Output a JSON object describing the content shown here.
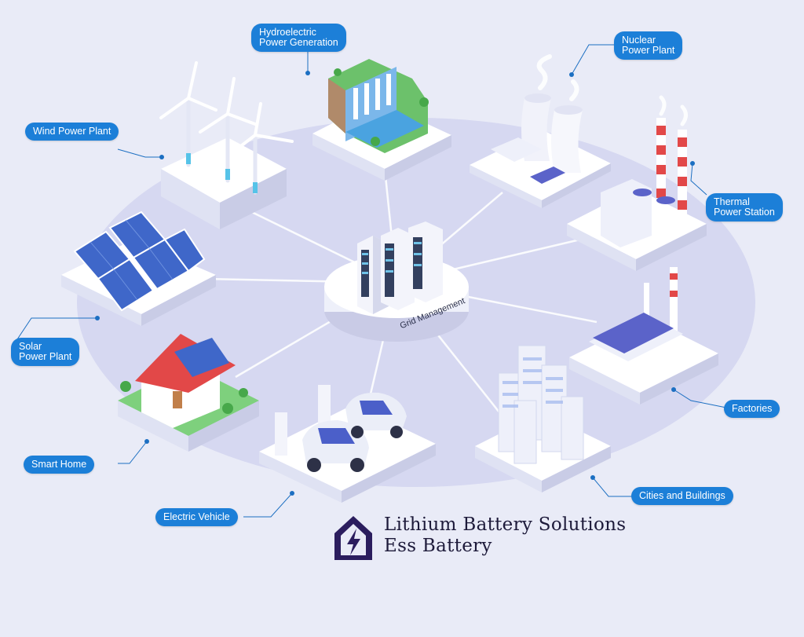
{
  "diagram": {
    "hub": {
      "label": "Grid Management"
    },
    "nodes": {
      "wind": "Wind Power Plant",
      "hydro": [
        "Hydroelectric",
        "Power Generation"
      ],
      "nuclear": [
        "Nuclear",
        "Power Plant"
      ],
      "thermal": [
        "Thermal",
        "Power Station"
      ],
      "solar": [
        "Solar",
        "Power Plant"
      ],
      "factories": "Factories",
      "smart_home": "Smart Home",
      "electric_vehicle": "Electric Vehicle",
      "cities": "Cities and Buildings"
    },
    "colors": {
      "label_bg": "#1c7fd8",
      "ellipse": "#d6d8f1",
      "brand": "#2b1d5e"
    }
  },
  "brand": {
    "line1": "Lithium Battery Solutions",
    "line2": "Ess Battery",
    "icon": "house-lightning-icon"
  }
}
